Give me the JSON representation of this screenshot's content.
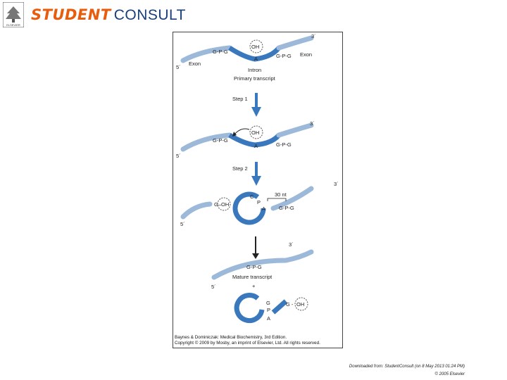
{
  "header": {
    "brand_part1": "STUDENT",
    "brand_part2": "CONSULT",
    "publisher_logo_text": "ELSEVIER"
  },
  "diagram": {
    "labels": {
      "three_prime": "3´",
      "five_prime": "5´",
      "exon": "Exon",
      "intron": "Intron",
      "primary_transcript": "Primary transcript",
      "step1": "Step 1",
      "step2": "Step 2",
      "mature_transcript": "Mature transcript",
      "nt30": "30 nt",
      "gpg": "G-P-G",
      "oh": "OH",
      "a": "A",
      "g": "G",
      "p": "P",
      "c": "C",
      "plus": "+",
      "g_dash": "G -",
      "g_oh": "G–OH"
    },
    "caption_line1": "Baynes & Dominiczak: Medical Biochemistry, 3rd Edition.",
    "caption_line2": "Copyright © 2009 by Mosby, an imprint of Elsevier, Ltd. All rights reserved."
  },
  "footer": {
    "downloaded_line": "Downloaded from: StudentConsult (on 8 May 2013 01:24 PM)",
    "copyright_line": "© 2005 Elsevier"
  },
  "colors": {
    "exon_light": "#9cb9d9",
    "intron_dark": "#3a78bd",
    "arrow": "#3a78bd",
    "brand_orange": "#e85c0d",
    "brand_blue": "#1a3f7a"
  }
}
